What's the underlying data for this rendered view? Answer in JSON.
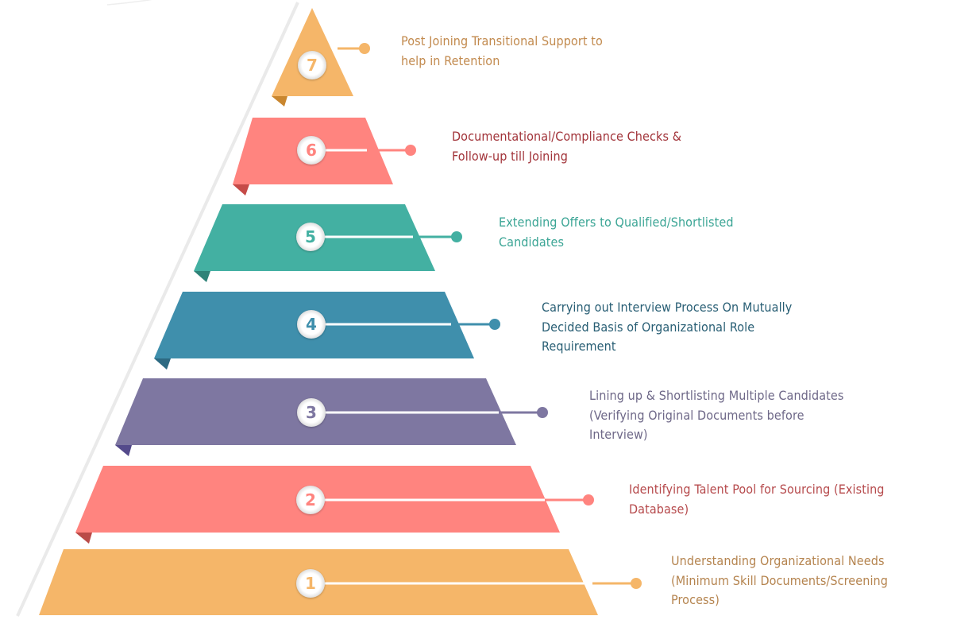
{
  "diagram": {
    "type": "pyramid",
    "title": "",
    "tiers": [
      {
        "number": "7",
        "text_lines": [
          "Post Joining Transitional Support to",
          "help in Retention"
        ],
        "color": "#F5B669",
        "fold_color": "#C9862F",
        "text_color": "#C28A4E"
      },
      {
        "number": "6",
        "text_lines": [
          "Documentational/Compliance Checks &",
          "Follow-up till Joining"
        ],
        "color": "#FF847F",
        "fold_color": "#C54B48",
        "text_color": "#A2343A"
      },
      {
        "number": "5",
        "text_lines": [
          "Extending Offers to Qualified/Shortlisted",
          "Candidates"
        ],
        "color": "#43B0A2",
        "fold_color": "#2E8378",
        "text_color": "#3BA595"
      },
      {
        "number": "4",
        "text_lines": [
          "Carrying out Interview Process On Mutually",
          "Decided Basis of Organizational Role",
          "Requirement"
        ],
        "color": "#3F8FAC",
        "fold_color": "#2D6A82",
        "text_color": "#285E74"
      },
      {
        "number": "3",
        "text_lines": [
          "Lining up & Shortlisting Multiple Candidates",
          "(Verifying Original Documents before",
          "Interview)"
        ],
        "color": "#7E77A1",
        "fold_color": "#544A8B",
        "text_color": "#6E6888"
      },
      {
        "number": "2",
        "text_lines": [
          "Identifying Talent Pool for Sourcing (Existing",
          "Database)"
        ],
        "color": "#FF847F",
        "fold_color": "#BA4B48",
        "text_color": "#B64A4C"
      },
      {
        "number": "1",
        "text_lines": [
          "Understanding Organizational Needs",
          "(Minimum Skill Documents/Screening",
          "Process)"
        ],
        "color": "#F5B669",
        "fold_color": "#C9862F",
        "text_color": "#B5844F"
      }
    ]
  }
}
